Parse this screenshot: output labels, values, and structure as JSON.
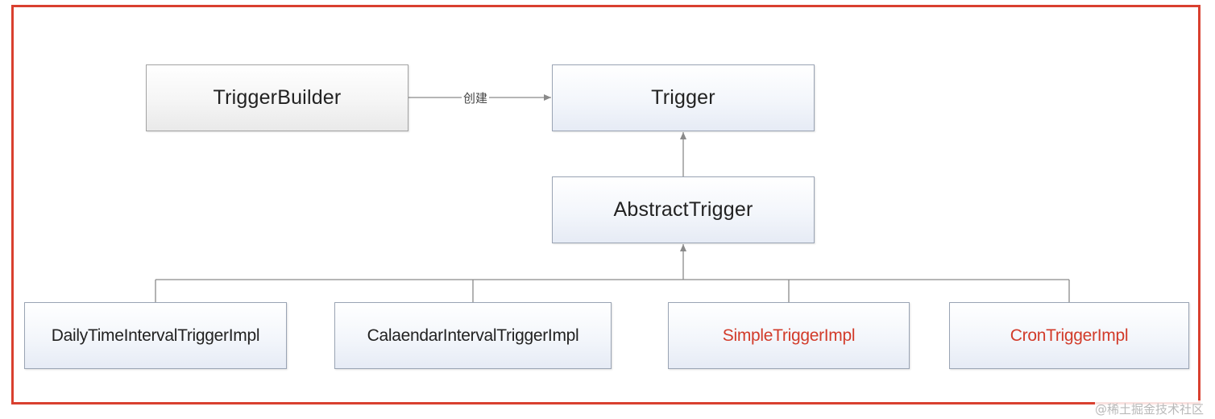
{
  "diagram": {
    "nodes": {
      "trigger_builder": "TriggerBuilder",
      "trigger": "Trigger",
      "abstract_trigger": "AbstractTrigger",
      "daily_impl": "DailyTimeIntervalTriggerImpl",
      "calendar_impl": "CalaendarIntervalTriggerImpl",
      "simple_impl": "SimpleTriggerImpl",
      "cron_impl": "CronTriggerImpl"
    },
    "edge_label_create": "创建",
    "highlight_color": "#d23b2a",
    "frame_color": "#d9402f"
  },
  "watermark": "@稀土掘金技术社区"
}
